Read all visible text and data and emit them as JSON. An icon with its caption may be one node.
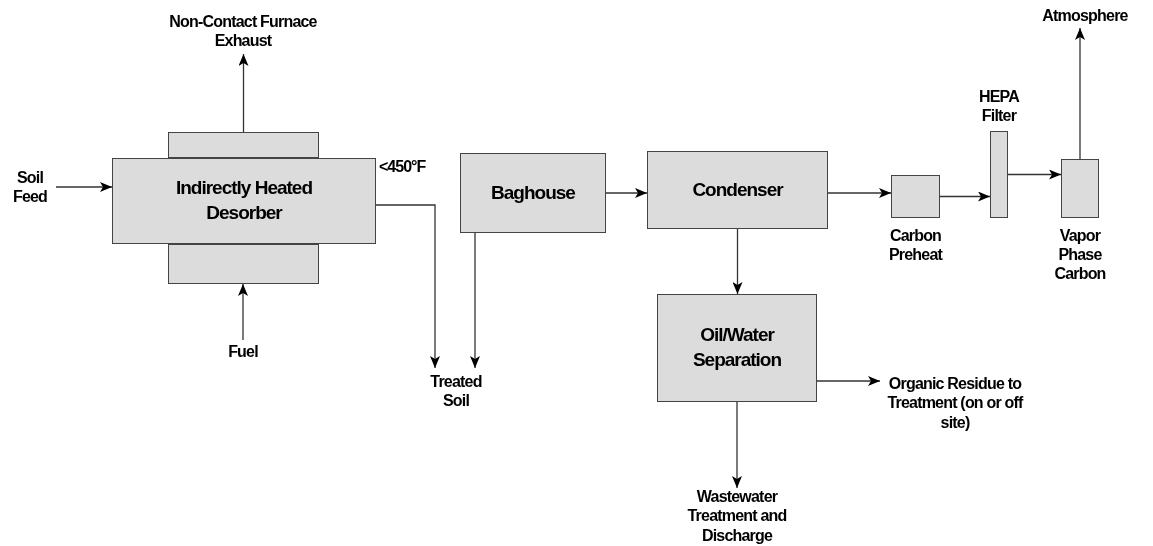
{
  "diagram": {
    "nodes": [
      {
        "text": [
          "Non-Contact Furnace Exhaust"
        ]
      },
      {
        "text": [
          "Atmosphere"
        ]
      },
      {
        "text": [],
        "shape": "box"
      },
      {
        "text": [
          "Soil Feed"
        ]
      },
      {
        "text": [
          "Indirectly Heated Desorber"
        ],
        "beside": [
          "<450°F"
        ]
      },
      {
        "text": [
          "Baghouse"
        ]
      },
      {
        "text": [
          "Condenser"
        ]
      },
      {
        "text": [
          "Carbon Preheat"
        ]
      },
      {
        "text": [
          "HEPA Filter"
        ]
      },
      {
        "text": [
          "Vapor Phase Carbon"
        ]
      },
      {
        "text": [],
        "shape": "box"
      },
      {
        "text": [
          "Fuel"
        ]
      },
      {
        "text": [
          "Oil/Water Separation"
        ]
      },
      {
        "text": [
          "Treated Soil"
        ]
      },
      {
        "text": [
          "Organic Residue to Treatment (on or off site)"
        ]
      },
      {
        "text": [
          "Wastewater Treatment and Discharge"
        ]
      }
    ],
    "edges": [
      {
        "from": 3,
        "to": 4,
        "arrow": "to"
      },
      {
        "from": 2,
        "to": 0,
        "arrow": "to"
      },
      {
        "from": 11,
        "to": 10,
        "arrow": "to"
      },
      {
        "from": 4,
        "to": 13,
        "arrow": "to"
      },
      {
        "from": 5,
        "to": 13,
        "arrow": "to"
      },
      {
        "from": 5,
        "to": 6,
        "arrow": "to"
      },
      {
        "from": 6,
        "to": 7,
        "arrow": "to"
      },
      {
        "from": 7,
        "to": 8,
        "arrow": "to"
      },
      {
        "from": 8,
        "to": 9,
        "arrow": "to"
      },
      {
        "from": 9,
        "to": 1,
        "arrow": "to"
      },
      {
        "from": 6,
        "to": 12,
        "arrow": "to"
      },
      {
        "from": 12,
        "to": 14,
        "arrow": "to"
      },
      {
        "from": 12,
        "to": 15,
        "arrow": "to"
      }
    ]
  }
}
